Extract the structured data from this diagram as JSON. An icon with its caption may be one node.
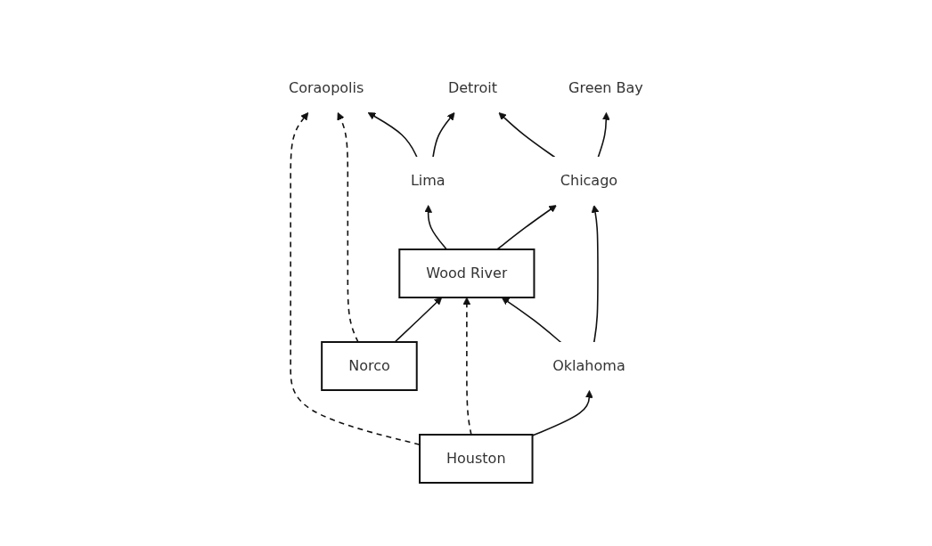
{
  "diagram": {
    "nodes": [
      {
        "text": [
          "Green Bay"
        ]
      },
      {
        "text": [
          "Detroit"
        ]
      },
      {
        "text": [
          "Chicago"
        ]
      },
      {
        "text": [
          "Lima"
        ]
      },
      {
        "text": [
          "Coraopolis"
        ]
      },
      {
        "text": [
          "Oklahoma"
        ]
      },
      {
        "text": [
          "Wood River"
        ]
      },
      {
        "text": [
          "Houston"
        ]
      },
      {
        "text": [
          "Norco"
        ]
      }
    ],
    "edges": [
      {
        "from": 2,
        "to": 0,
        "arrow": "to"
      },
      {
        "from": 2,
        "to": 1,
        "arrow": "to"
      },
      {
        "from": 3,
        "to": 1,
        "arrow": "to"
      },
      {
        "from": 3,
        "to": 4,
        "arrow": "to"
      },
      {
        "from": 5,
        "to": 2,
        "arrow": "to"
      },
      {
        "from": 5,
        "to": 6,
        "arrow": "to"
      },
      {
        "from": 6,
        "to": 2,
        "arrow": "to"
      },
      {
        "from": 6,
        "to": 3,
        "arrow": "to"
      },
      {
        "from": 7,
        "to": 5,
        "arrow": "to"
      },
      {
        "from": 7,
        "to": 6,
        "arrow": "to",
        "style": "dashed"
      },
      {
        "from": 7,
        "to": 4,
        "arrow": "to",
        "style": "dashed"
      },
      {
        "from": 8,
        "to": 6,
        "arrow": "to"
      },
      {
        "from": 8,
        "to": 4,
        "arrow": "to",
        "style": "dashed"
      }
    ]
  }
}
